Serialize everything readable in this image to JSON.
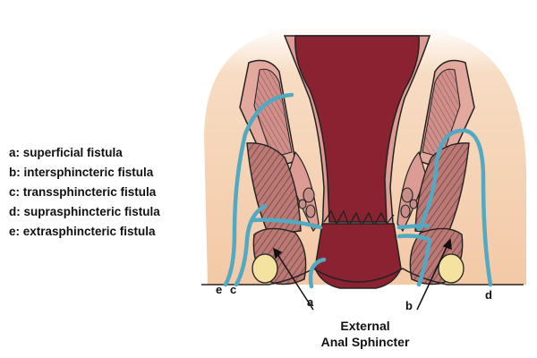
{
  "legend": {
    "items": [
      "a: superficial fistula",
      "b: intersphincteric fistula",
      "c: transsphincteric fistula",
      "d: suprasphincteric fistula",
      "e: extrasphincteric fistula"
    ]
  },
  "labels": {
    "a": "a",
    "b": "b",
    "c": "c",
    "d": "d",
    "e": "e",
    "caption_line1": "External",
    "caption_line2": "Anal Sphincter"
  },
  "colors": {
    "skin": "#f6d3b4",
    "rectum": "#8b2232",
    "rectum_dark": "#6e1322",
    "mucosa_pink": "#dc9c93",
    "muscle": "#b97975",
    "muscle_dark": "#8f4d4c",
    "fat": "#f3e2a0",
    "fistula": "#52a9c2",
    "outline": "#222222"
  }
}
